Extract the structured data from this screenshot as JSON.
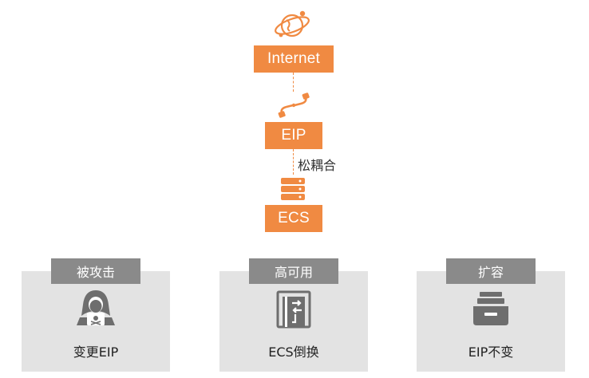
{
  "colors": {
    "accent": "#f08a42",
    "card_bg": "#e3e3e3",
    "tag_bg": "#8a8a8a",
    "icon_gray": "#6e6e6e"
  },
  "top": {
    "internet_label": "Internet",
    "eip_label": "EIP",
    "ecs_label": "ECS",
    "coupling_label": "松耦合"
  },
  "cards": [
    {
      "tag": "被攻击",
      "caption": "变更EIP",
      "icon": "hacker-icon"
    },
    {
      "tag": "高可用",
      "caption": "ECS倒换",
      "icon": "switch-icon"
    },
    {
      "tag": "扩容",
      "caption": "EIP不变",
      "icon": "storage-box-icon"
    }
  ]
}
